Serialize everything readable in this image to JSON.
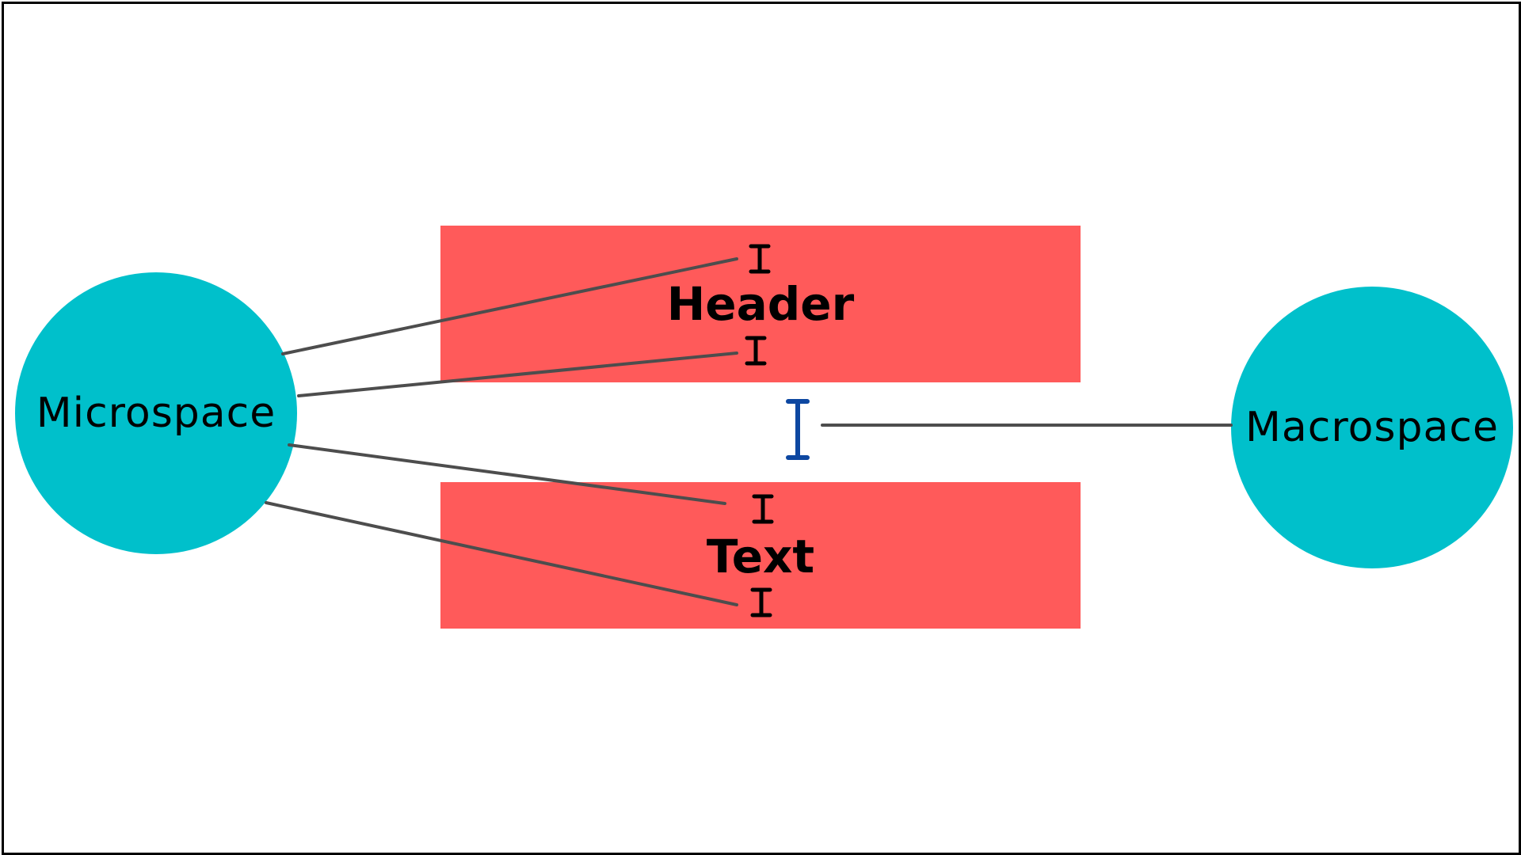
{
  "diagram": {
    "header_label": "Header",
    "text_label": "Text",
    "left_node_label": "Microspace",
    "right_node_label": "Macrospace"
  },
  "colors": {
    "box": "#ff5a5a",
    "node": "#00c0cb",
    "connector": "#4d4d4d",
    "ibeam_dark": "#000000",
    "ibeam_accent": "#0d47a1"
  },
  "icons": {
    "small_markers": "text-cursor-icon",
    "center_marker": "text-cursor-icon"
  }
}
